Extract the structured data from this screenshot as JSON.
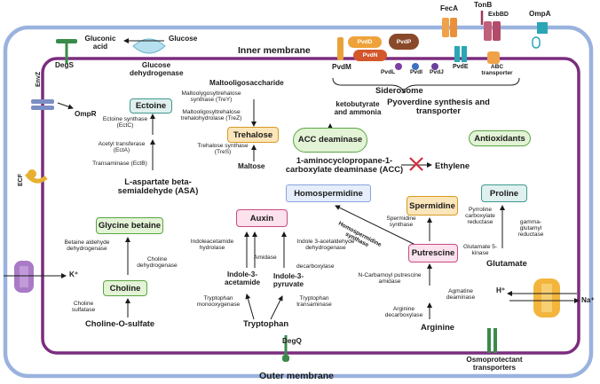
{
  "membranes": {
    "inner": "Inner membrane",
    "outer": "Outer membrane"
  },
  "proteins": {
    "fecA": "FecA",
    "tonB": "TonB",
    "exbBD": "ExbBD",
    "ompA": "OmpA",
    "degS": "DegS",
    "envZ": "EnvZ",
    "ompR": "OmpR",
    "ecf": "ECF",
    "degQ": "DegQ",
    "pvdM": "PvdM",
    "pvdD": "PvdD",
    "pvdN": "PvdN",
    "pvdP": "PvdP",
    "pvdL": "PvdL",
    "pvdI": "PvdI",
    "pvdJ": "PvdJ",
    "pvdE": "PvdE",
    "abc": "ABC transporter",
    "k": "K⁺",
    "h": "H⁺",
    "na": "Na⁺",
    "osmo": "Osmoprotectant transporters"
  },
  "glucose": {
    "gluconic": "Gluconic acid",
    "glucose": "Glucose",
    "enzyme": "Glucose dehydrogenase"
  },
  "siderosome": {
    "label": "Siderosome",
    "caption": "Pyoverdine synthesis and transporter"
  },
  "ectoine": {
    "box": "Ectoine",
    "ectC": "Ectoine synthase (EctC)",
    "ectA": "Acetyl transferase (EctA)",
    "ectB": "Transaminase (EctB)",
    "asa": "L-aspartate beta-semialdehyde (ASA)"
  },
  "trehalose": {
    "source": "Maltooligosaccharide",
    "treY": "Maltoolygosyltrehalose synthase (TreY)",
    "treZ": "Maltooligosyltrehalose trehalohydrolase (TreZ)",
    "box": "Trehalose",
    "treS": "Trehalose synthase (TreS)",
    "maltose": "Maltose"
  },
  "acc": {
    "box": "ACC deaminase",
    "products": "ketobutyrate and ammonia",
    "substrate": "1-aminocyclopropane-1-carboxylate deaminase (ACC)",
    "ethylene": "Ethylene"
  },
  "antioxidants": "Antioxidants",
  "betaine": {
    "box": "Glycine betaine",
    "aldehyde": "Betaine aldehyde dehydrogenase",
    "cholineDh": "Choline dehydrogenase",
    "choline": "Choline",
    "sulfatase": "Choline sulfatase",
    "sulfate": "Choline-O-sulfate"
  },
  "auxin": {
    "box": "Auxin",
    "hydrolase": "Indoleacetamide hydrolase",
    "amidase": "Amidase",
    "acetamide": "Indole-3-acetamide",
    "monooxygenase": "Tryptophan monooxygenase",
    "tryptophan": "Tryptophan",
    "pyruvate": "Indole-3-pyruvate",
    "transaminase": "Tryptophan transaminase",
    "decarboxylase": "decarboxylase",
    "acetaldehyde": "Indole 3-acetaldehyde dehydrogenase"
  },
  "polyamine": {
    "homospermidine": "Homospermidine",
    "spermidine": "Spermidine",
    "homoSynthase": "Homospermidine synthase",
    "spermSynthase": "Spermidine synthase",
    "putrescine": "Putrescine",
    "ncarb": "N-Carbamoyl putrescine amidase",
    "agmatine": "Agmatine deaminase",
    "argDecarb": "Arginine decarboxylase",
    "arginine": "Arginine"
  },
  "proline": {
    "box": "Proline",
    "p5c": "Pyrroline carboxylate reductase",
    "gamma": "gamma-glutamyl reductase",
    "kinase": "Glutamate 5-kinase",
    "glutamate": "Glutamate"
  }
}
